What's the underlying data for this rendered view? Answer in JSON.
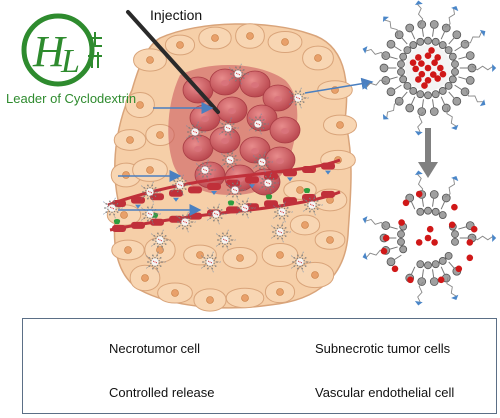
{
  "logo": {
    "monogram_color": "#2e8b2e",
    "tagline": "Leader of Cyclodextrin"
  },
  "diagram": {
    "injection_label": "Injection"
  },
  "legend": {
    "items": [
      {
        "label": "Necrotumor cell",
        "icon": "necrotumor-cell-icon"
      },
      {
        "label": "Subnecrotic tumor cells",
        "icon": "subnecrotic-cell-icon"
      },
      {
        "label": "Controlled release",
        "icon": "nanoparticle-icon"
      },
      {
        "label": "Vascular endothelial cell",
        "icon": "endothelial-cell-icon"
      }
    ]
  },
  "colors": {
    "tumor_tan": "#f6cfa8",
    "tumor_outline": "#d9a47a",
    "necrotic_red": "#c9525a",
    "nucleus": "#e8a06a",
    "arrow_blue": "#4a7fc0",
    "drug_red": "#d01818",
    "ligand_blue": "#4a86c8",
    "vessel_red": "#c0303a"
  }
}
